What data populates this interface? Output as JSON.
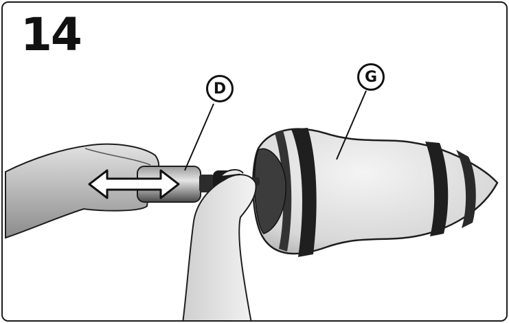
{
  "step": {
    "number": "14"
  },
  "callouts": {
    "pump": "D",
    "ball": "G"
  },
  "icons": {
    "pump_direction": "double-arrow-icon"
  }
}
